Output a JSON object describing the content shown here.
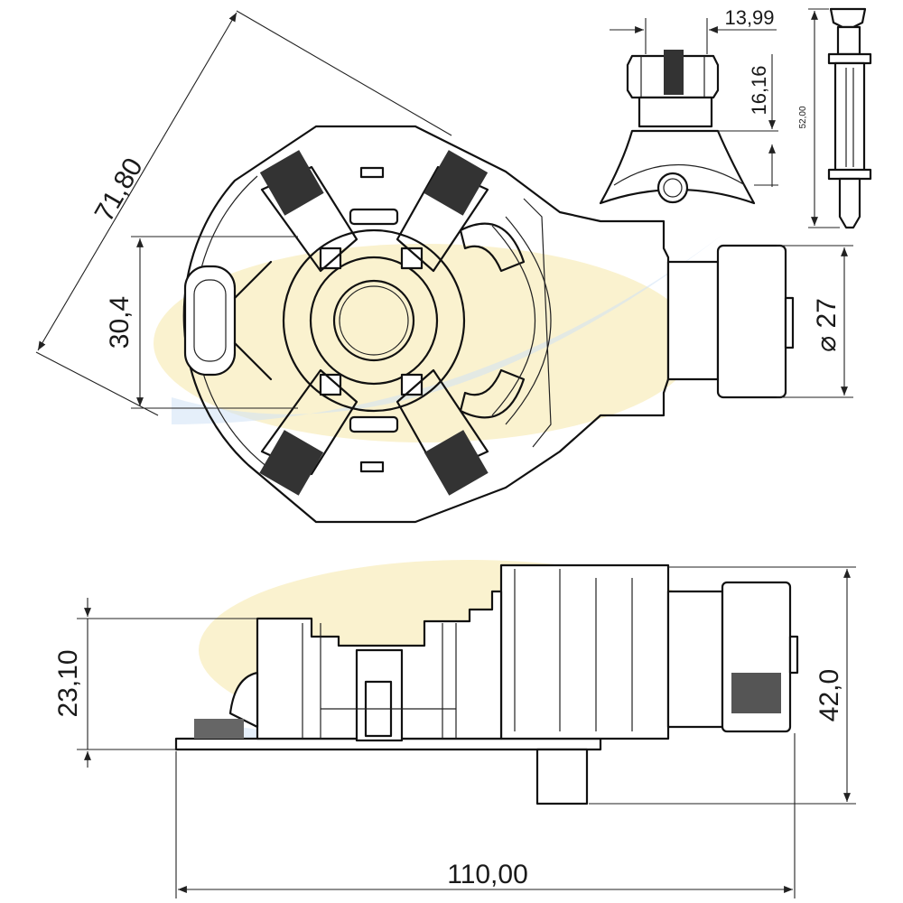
{
  "dimensions": {
    "diagonal_length": "71,80",
    "vertical_width": "30,4",
    "outer_diameter": "⌀ 27",
    "detail_width": "13,99",
    "detail_height": "16,16",
    "pin_length": "52,00",
    "side_height": "23,10",
    "total_height": "42,0",
    "total_length": "110,00"
  },
  "colors": {
    "line": "#111111",
    "watermark_yellow": "#f6e7a8",
    "watermark_blue": "#cfe1f5"
  }
}
